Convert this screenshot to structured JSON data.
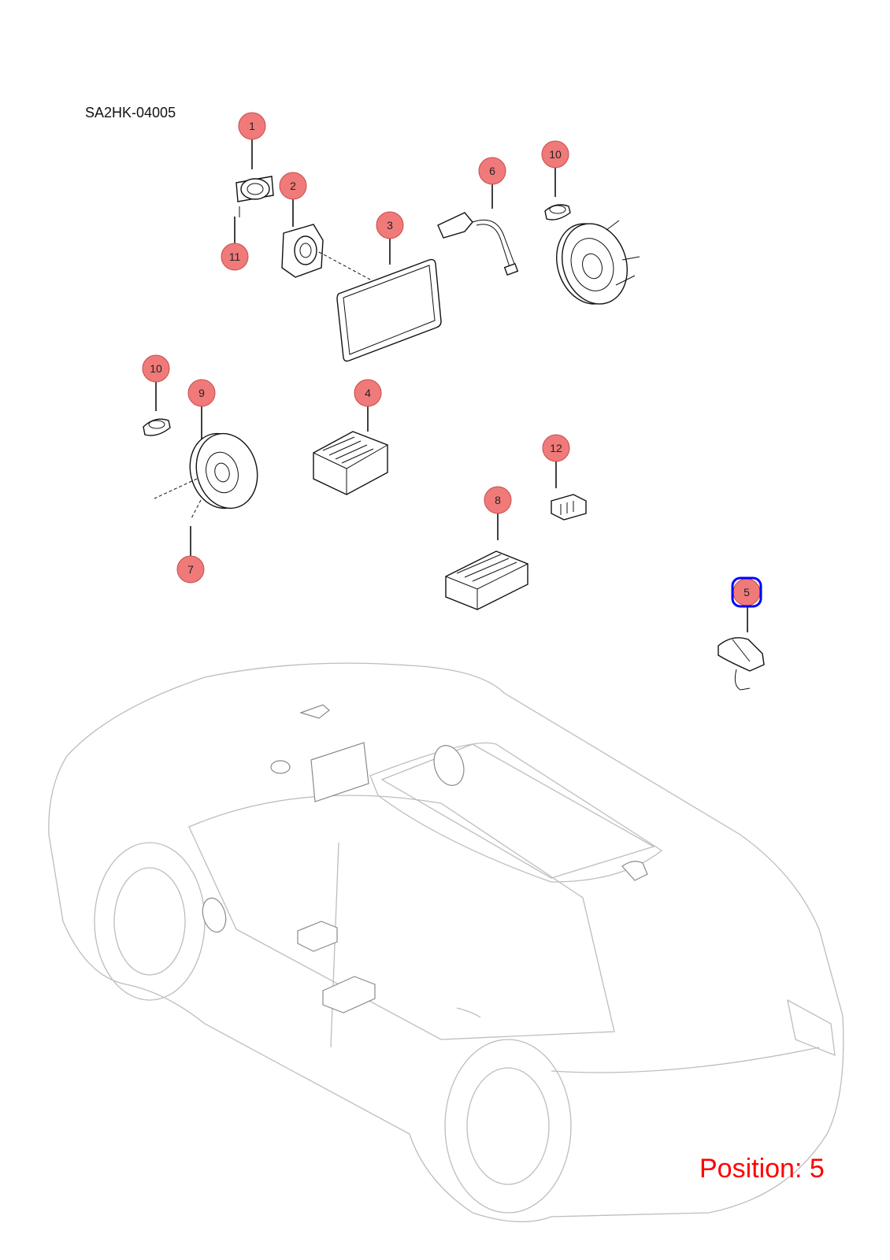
{
  "diagram_code": "SA2HK-04005",
  "position_text": "Position: 5",
  "selected_marker": "5",
  "colors": {
    "marker_fill": "#f07a7a",
    "selection": "#0000ff",
    "position_text": "#ff0000",
    "car_outline": "#bdbdbd"
  },
  "markers": [
    {
      "id": "1",
      "label": "1"
    },
    {
      "id": "2",
      "label": "2"
    },
    {
      "id": "3",
      "label": "3"
    },
    {
      "id": "4",
      "label": "4"
    },
    {
      "id": "5",
      "label": "5"
    },
    {
      "id": "6",
      "label": "6"
    },
    {
      "id": "7",
      "label": "7"
    },
    {
      "id": "8",
      "label": "8"
    },
    {
      "id": "9",
      "label": "9"
    },
    {
      "id": "10a",
      "label": "10"
    },
    {
      "id": "10b",
      "label": "10"
    },
    {
      "id": "11",
      "label": "11"
    },
    {
      "id": "12",
      "label": "12"
    }
  ]
}
